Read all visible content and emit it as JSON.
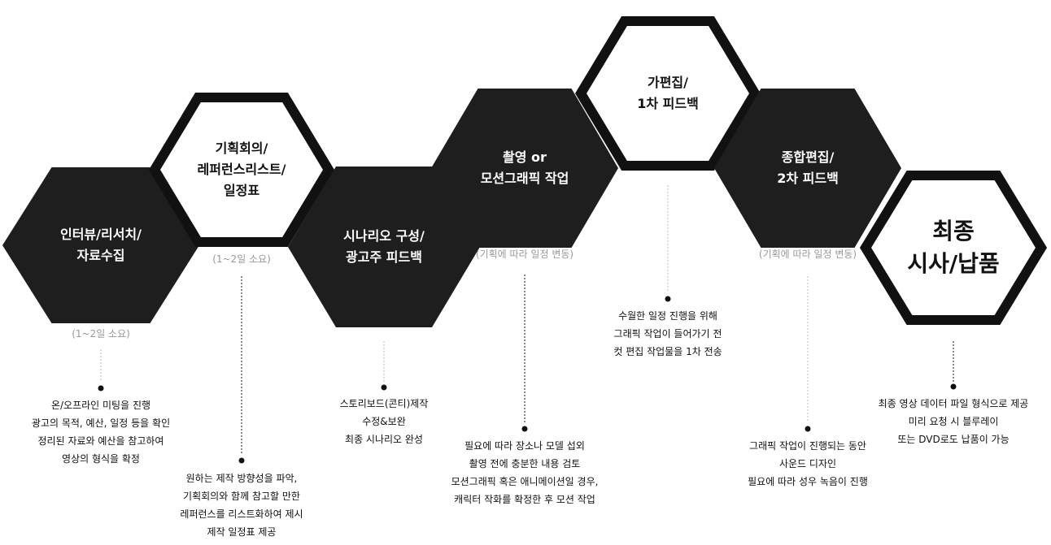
{
  "colors": {
    "hex_fill": "#1e1e1e",
    "outline": "#111111",
    "note": "#999999",
    "gray_line": "#bbbbbb"
  },
  "steps": [
    {
      "title": [
        "인터뷰/리서치/",
        "자료수집"
      ],
      "note": "(1~2일 소요)",
      "desc": [
        "온/오프라인 미팅을 진행",
        "광고의 목적, 예산, 일정 등을 확인",
        "정리된 자료와 예산을 참고하여",
        "영상의 형식을 확정"
      ]
    },
    {
      "title": [
        "기획회의/",
        "레퍼런스리스트/",
        "일정표"
      ],
      "note": "(1~2일 소요)",
      "desc": [
        "원하는 제작 방향성을 파악,",
        "기획회의와 함께 참고할 만한",
        "레퍼런스를 리스트화하여 제시",
        "제작 일정표 제공"
      ]
    },
    {
      "title": [
        "시나리오 구성/",
        "광고주 피드백"
      ],
      "desc": [
        "스토리보드(콘티)제작",
        "수정&보완",
        "최종 시나리오 완성"
      ]
    },
    {
      "title": [
        "촬영 or",
        "모션그래픽 작업"
      ],
      "note": "(기획에 따라 일정 변동)",
      "desc": [
        "필요에 따라 장소나 모델 섭외",
        "촬영 전에 충분한 내용 검토",
        "모션그래픽 혹은 애니메이션일 경우,",
        "캐릭터 작화를 확정한 후 모션 작업"
      ]
    },
    {
      "title": [
        "가편집/",
        "1차 피드백"
      ],
      "desc": [
        "수월한 일정 진행을 위해",
        "그래픽 작업이 들어가기 전",
        "컷 편집 작업물을 1차 전송"
      ]
    },
    {
      "title": [
        "종합편집/",
        "2차 피드백"
      ],
      "note": "(기획에 따라 일정 변동)",
      "desc": [
        "그래픽 작업이 진행되는 동안",
        "사운드 디자인",
        "필요에 따라 성우 녹음이 진행"
      ]
    },
    {
      "title": [
        "최종",
        "시사/납품"
      ],
      "desc": [
        "최종 영상 데이터 파일 형식으로 제공",
        "미리 요청 시 블루레이",
        "또는 DVD로도 납품이 가능"
      ]
    }
  ]
}
